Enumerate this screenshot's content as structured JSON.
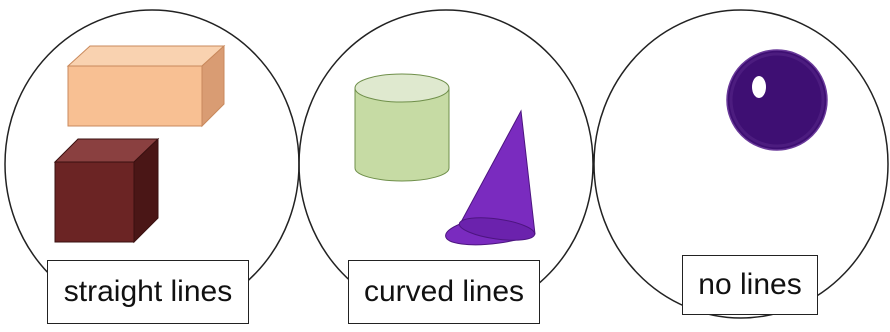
{
  "groups": [
    {
      "label": "straight lines",
      "shapes": [
        "cuboid",
        "cube"
      ]
    },
    {
      "label": "curved lines",
      "shapes": [
        "cylinder",
        "cone"
      ]
    },
    {
      "label": "no lines",
      "shapes": [
        "sphere"
      ]
    }
  ],
  "colors": {
    "cuboid_front": "#f8c093",
    "cuboid_top": "#f9d2b0",
    "cuboid_side": "#d99c73",
    "cube_front": "#6b2424",
    "cube_top": "#8a4040",
    "cube_side": "#4a1616",
    "cylinder_body": "#c6dba4",
    "cylinder_top": "#dfe9cf",
    "cone": "#7a2bbf",
    "cone_base": "#6b22ad",
    "sphere": "#3e0f73",
    "outline": "#222222"
  }
}
